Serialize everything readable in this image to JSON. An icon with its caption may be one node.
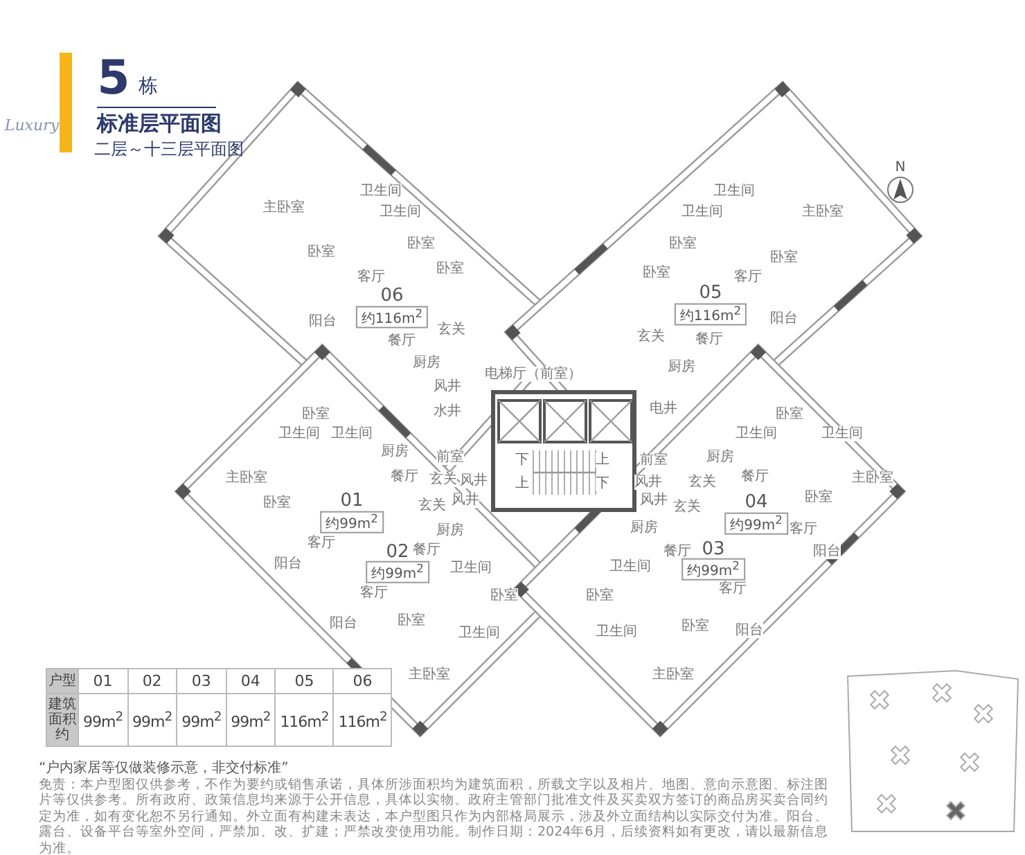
{
  "diagram": {
    "title": "标准层平面图",
    "labels": [
      "5",
      "栋",
      "Luxury",
      "二层～十三层平面图",
      "N",
      "主卧室",
      "卫生间",
      "卫生间",
      "卧室",
      "卧室",
      "客厅",
      "卧室",
      "06",
      "阳台",
      "约116m$^{2}$",
      "餐厅",
      "玄关",
      "厨房",
      "风井",
      "水井",
      "电梯厅（前室）",
      "卫生间",
      "卫生间",
      "主卧室",
      "卧室",
      "卧室",
      "卧室",
      "客厅",
      "05",
      "约116m$^{2}$",
      "阳台",
      "玄关",
      "餐厅",
      "厨房",
      "电井",
      "下",
      "上",
      "上",
      "下",
      "前室",
      "卧室",
      "卫生间",
      "卫生间",
      "厨房",
      "主卧室",
      "餐厅",
      "玄关",
      "卧室",
      "01",
      "约99m$^{2}$",
      "客厅",
      "阳台",
      "玄关",
      "风井",
      "风井",
      "厨房",
      "02",
      "餐厅",
      "约99m$^{2}$",
      "卫生间",
      "客厅",
      "卧室",
      "阳台",
      "卧室",
      "卫生间",
      "主卧室",
      "前室",
      "风井",
      "风井",
      "卧室",
      "卫生间",
      "卫生间",
      "厨房",
      "玄关",
      "餐厅",
      "主卧室",
      "04",
      "卧室",
      "约99m$^{2}$",
      "客厅",
      "阳台",
      "玄关",
      "厨房",
      "餐厅",
      "03",
      "卫生间",
      "约99m$^{2}$",
      "客厅",
      "卧室",
      "卫生间",
      "卧室",
      "阳台",
      "主卧室",
      "户型",
      "01",
      "02",
      "03",
      "04",
      "05",
      "06",
      "建筑面积约",
      "99m$^{2}$",
      "99m$^{2}$",
      "99m$^{2}$",
      "99m$^{2}$",
      "116m$^{2}$",
      "116m$^{2}$",
      "“户内家居等仅做装修示意，非交付标准”",
      "免责：本户型图仅供参考，不作为要约或销售承诺，具体所涉面积均为建筑面积，所载文字以及相片、地图、意向示意图、标注图片等仅供参考。所有政府、政策信息均来源于公开信息，具体以实物、政府主管部门批准文件及买卖双方签订的商品房买卖合同约定为准，如有变化恕不另行通知。外立面有构建未表达，本户型图只作为内部格局展示，涉及外立面结构以实际交付为准。阳台、露台、设备平台等室外空间，严禁加、改、扩建；严禁改变使用功能。制作日期：2024年6月，后续资料如有更改，请以最新信息为准。"
    ]
  }
}
